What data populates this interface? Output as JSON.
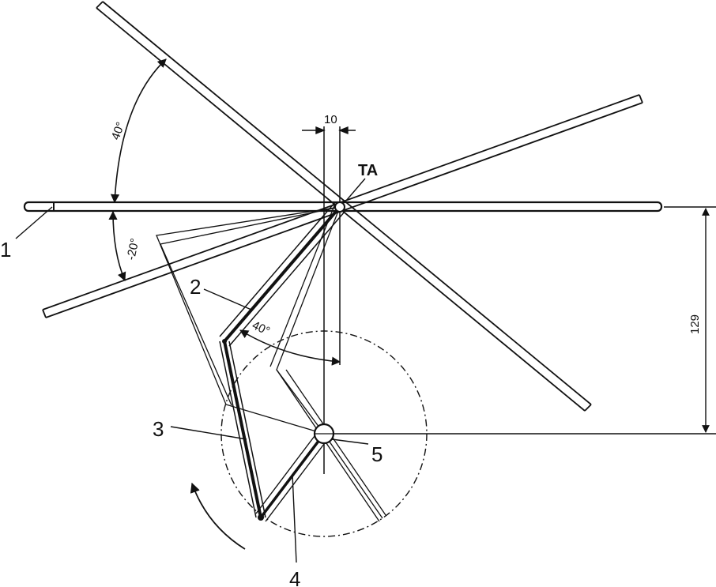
{
  "colors": {
    "line": "#111111",
    "background": "#ffffff"
  },
  "labels": {
    "part_1": "1",
    "part_2": "2",
    "part_3": "3",
    "part_4": "4",
    "part_5": "5",
    "pivot": "TA"
  },
  "dimensions": {
    "offset": "10",
    "height": "129",
    "angle_upper": "40°",
    "angle_lower": "-20°",
    "angle_crank": "40°"
  }
}
